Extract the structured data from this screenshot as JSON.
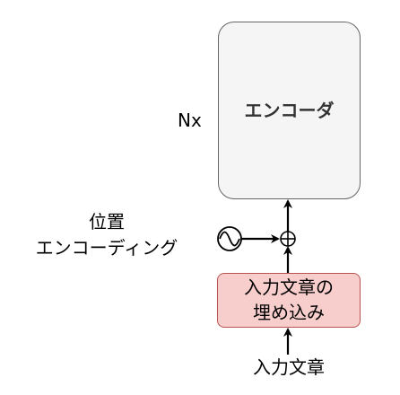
{
  "encoder": {
    "label": "エンコーダ",
    "repeat": "Nx"
  },
  "positional_encoding": {
    "line1": "位置",
    "line2": "エンコーディング"
  },
  "embedding": {
    "line1": "入力文章の",
    "line2": "埋め込み"
  },
  "input": {
    "label": "入力文章"
  },
  "colors": {
    "encoder_fill": "#f5f5f5",
    "encoder_stroke": "#666666",
    "embedding_fill": "#f8cecc",
    "embedding_stroke": "#b85450"
  },
  "icons": {
    "sine": "sine-wave-icon",
    "add": "circled-plus-icon"
  }
}
